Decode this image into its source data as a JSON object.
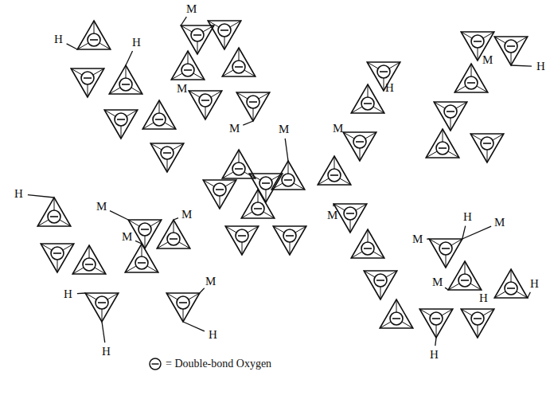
{
  "diagram": {
    "labels": [
      "H",
      "H",
      "M",
      "M",
      "M",
      "M",
      "M",
      "H",
      "M",
      "H",
      "H",
      "M",
      "M",
      "M",
      "M",
      "H",
      "M",
      "M",
      "M",
      "M",
      "H",
      "H",
      "H",
      "H",
      "H",
      "H"
    ],
    "legend": [
      {
        "text": "= Double-bond Oxygen"
      }
    ]
  }
}
